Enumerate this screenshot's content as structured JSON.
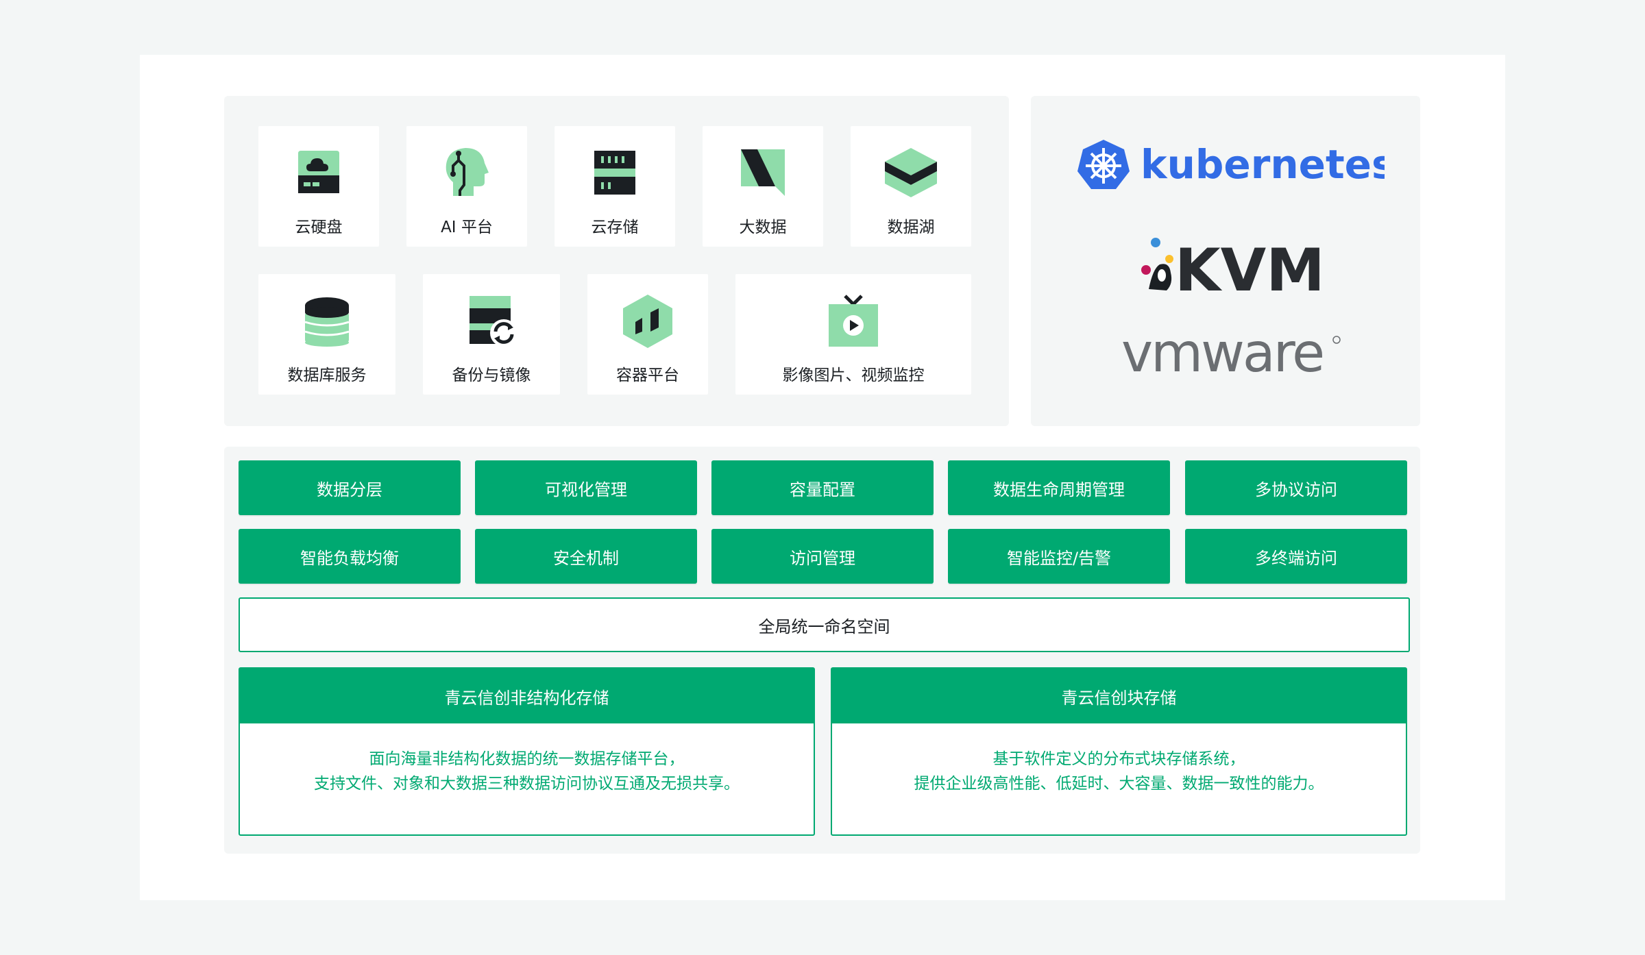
{
  "apps": {
    "row1": [
      {
        "label": "云硬盘",
        "icon": "cloud-disk-icon"
      },
      {
        "label": "AI 平台",
        "icon": "ai-head-icon"
      },
      {
        "label": "云存储",
        "icon": "cloud-storage-icon"
      },
      {
        "label": "大数据",
        "icon": "big-data-icon"
      },
      {
        "label": "数据湖",
        "icon": "data-lake-icon"
      }
    ],
    "row2": [
      {
        "label": "数据库服务",
        "icon": "database-icon"
      },
      {
        "label": "备份与镜像",
        "icon": "backup-icon"
      },
      {
        "label": "容器平台",
        "icon": "container-icon"
      },
      {
        "label": "影像图片、视频监控",
        "icon": "video-monitor-icon"
      }
    ]
  },
  "platforms": {
    "kubernetes": "kubernetes",
    "kvm": "KVM",
    "vmware": "vmware"
  },
  "features": {
    "row1": [
      "数据分层",
      "可视化管理",
      "容量配置",
      "数据生命周期管理",
      "多协议访问"
    ],
    "row2": [
      "智能负载均衡",
      "安全机制",
      "访问管理",
      "智能监控/告警",
      "多终端访问"
    ]
  },
  "namespace": "全局统一命名空间",
  "storage": [
    {
      "title": "青云信创非结构化存储",
      "desc": [
        "面向海量非结构化数据的统一数据存储平台，",
        "支持文件、对象和大数据三种数据访问协议互通及无损共享。"
      ]
    },
    {
      "title": "青云信创块存储",
      "desc": [
        "基于软件定义的分布式块存储系统，",
        "提供企业级高性能、低延时、大容量、数据一致性的能力。"
      ]
    }
  ],
  "colors": {
    "brand_green": "#00a971",
    "icon_green": "#8fdcaa",
    "icon_dark": "#1b1f23",
    "kubernetes_blue": "#326ce5",
    "vmware_gray": "#6b6e72"
  }
}
